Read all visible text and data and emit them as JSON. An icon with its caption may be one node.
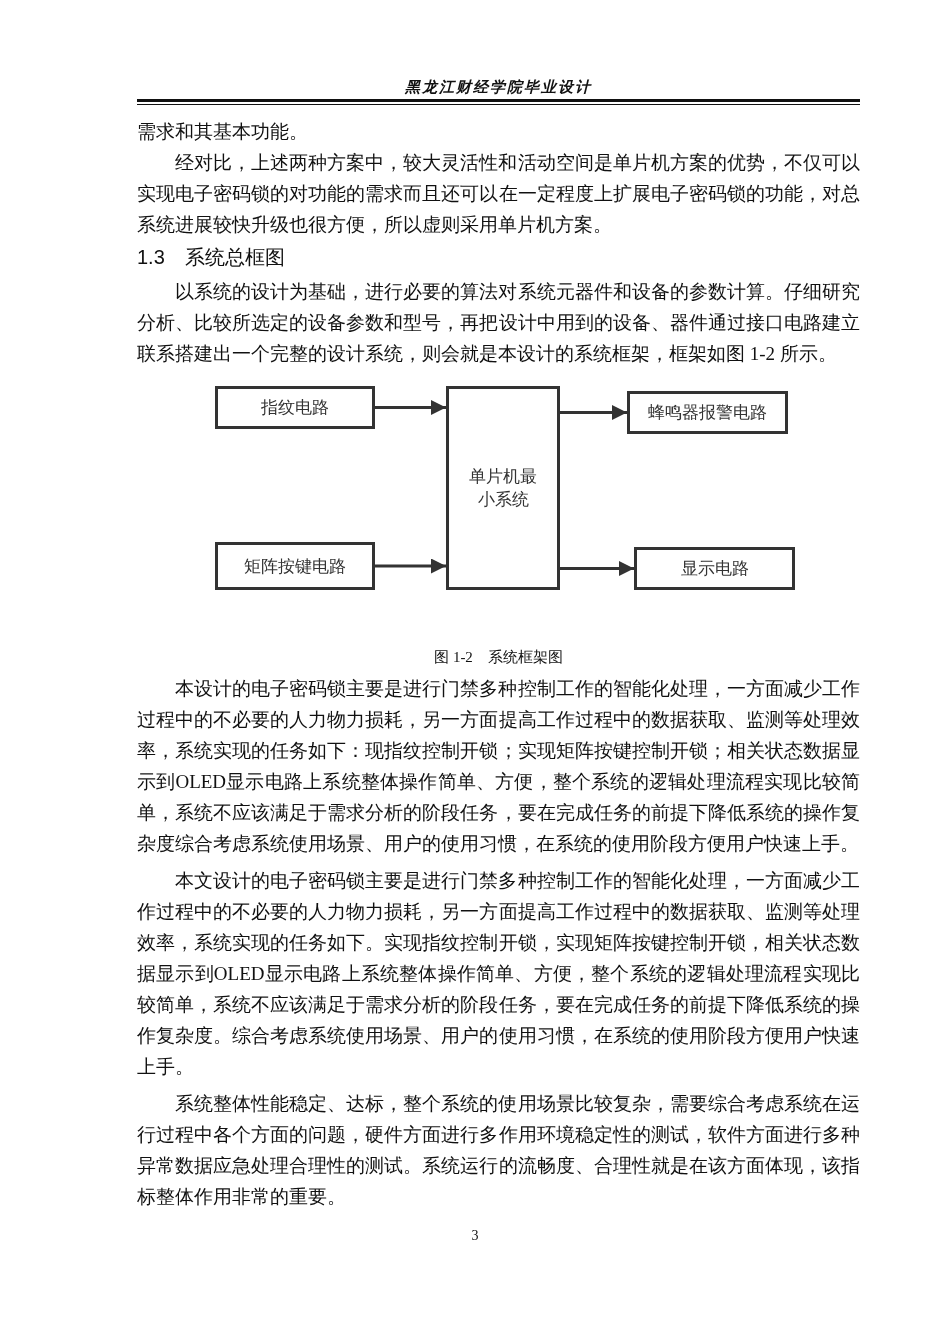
{
  "diagram": {
    "caption": "图 1-2　系统框架图",
    "nodes": [
      {
        "text": [
          "指纹电路"
        ]
      },
      {
        "text": [
          "单片机最小系统"
        ]
      },
      {
        "text": [
          "蜂鸣器报警电路"
        ]
      },
      {
        "text": [
          "矩阵按键电路"
        ]
      },
      {
        "text": [
          "显示电路"
        ]
      }
    ],
    "edges": [
      {
        "from": 0,
        "to": 1,
        "arrow": "to"
      },
      {
        "from": 3,
        "to": 1,
        "arrow": "to"
      },
      {
        "from": 1,
        "to": 2,
        "arrow": "to"
      },
      {
        "from": 1,
        "to": 4,
        "arrow": "to"
      }
    ],
    "labels": [
      "黑龙江财经学院毕业设计",
      "需求和其基本功能。",
      "经对比，上述两种方案中，较大灵活性和活动空间是单片机方案的优势，不仅可以实现电子密码锁的对功能的需求而且还可以在一定程度上扩展电子密码锁的功能，对总系统进展较快升级也很方便，所以虚则采用单片机方案。",
      "1.3　系统总框图",
      "以系统的设计为基础，进行必要的算法对系统元器件和设备的参数计算。仔细研究分析、比较所选定的设备参数和型号，再把设计中用到的设备、器件通过接口电路建立联系搭建出一个完整的设计系统，则会就是本设计的系统框架，框架如图 1-2 所示。",
      "本设计的电子密码锁主要是进行门禁多种控制工作的智能化处理，一方面减少工作过程中的不必要的人力物力损耗，另一方面提高工作过程中的数据获取、监测等处理效率，系统实现的任务如下：现指纹控制开锁；实现矩阵按键控制开锁；相关状态数据显示到OLED显示电路上系统整体操作简单、方便，整个系统的逻辑处理流程实现比较简单，系统不应该满足于需求分析的阶段任务，要在完成任务的前提下降低系统的操作复杂度综合考虑系统使用场景、用户的使用习惯，在系统的使用阶段方便用户快速上手。",
      "本文设计的电子密码锁主要是进行门禁多种控制工作的智能化处理，一方面减少工作过程中的不必要的人力物力损耗，另一方面提高工作过程中的数据获取、监测等处理效率，系统实现的任务如下。实现指纹控制开锁，实现矩阵按键控制开锁，相关状态数据显示到OLED显示电路上系统整体操作简单、方便，整个系统的逻辑处理流程实现比较简单，系统不应该满足于需求分析的阶段任务，要在完成任务的前提下降低系统的操作复杂度。综合考虑系统使用场景、用户的使用习惯，在系统的使用阶段方便用户快速上手。",
      "系统整体性能稳定、达标，整个系统的使用场景比较复杂，需要综合考虑系统在运行过程中各个方面的问题，硬件方面进行多作用环境稳定性的测试，软件方面进行多种异常数据应急处理合理性的测试。系统运行的流畅度、合理性就是在该方面体现，该指标整体作用非常的重要。",
      "3"
    ]
  }
}
